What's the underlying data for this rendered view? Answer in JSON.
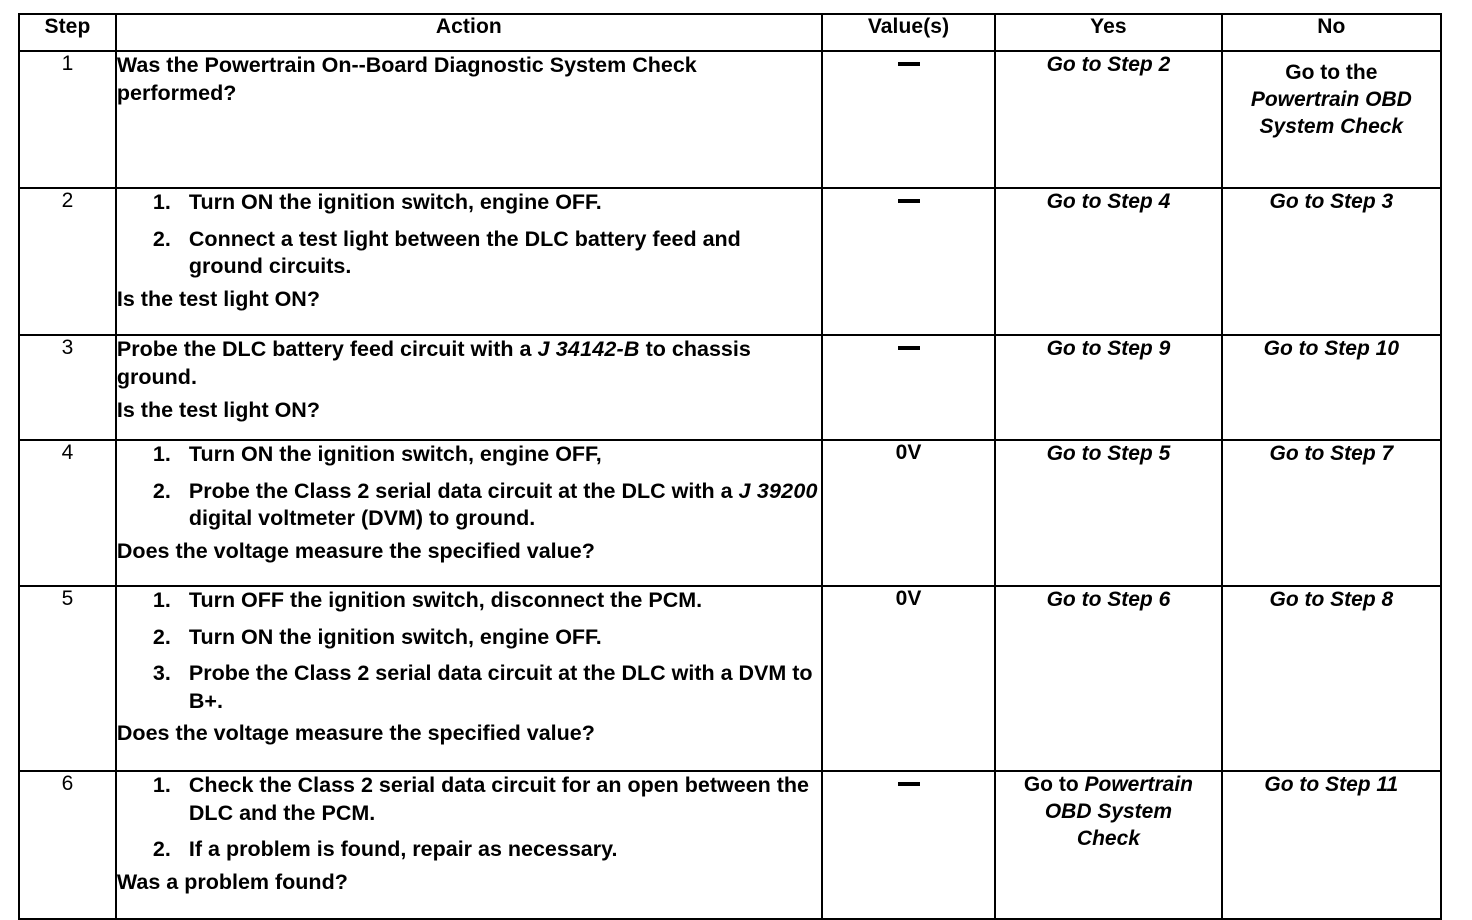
{
  "table": {
    "headers": {
      "step": "Step",
      "action": "Action",
      "value": "Value(s)",
      "yes": "Yes",
      "no": "No"
    },
    "rows": [
      {
        "step": "1",
        "action": {
          "type": "text",
          "lines": [
            "Was the Powertrain On--Board Diagnostic System Check performed?"
          ]
        },
        "value": "—",
        "yes": {
          "lines": [
            "Go to Step 2"
          ],
          "italic": true
        },
        "no": {
          "prefix": "Go to the",
          "lines": [
            "Powertrain OBD",
            "System Check"
          ],
          "italic": true
        }
      },
      {
        "step": "2",
        "action": {
          "type": "list",
          "items": [
            {
              "num": "1.",
              "text": "Turn ON the ignition switch, engine OFF."
            },
            {
              "num": "2.",
              "text": "Connect a test light between the DLC battery feed and ground circuits."
            }
          ],
          "question": "Is the test light ON?"
        },
        "value": "—",
        "yes": {
          "lines": [
            "Go to Step 4"
          ],
          "italic": true
        },
        "no": {
          "lines": [
            "Go to Step 3"
          ],
          "italic": true
        }
      },
      {
        "step": "3",
        "action": {
          "type": "text",
          "lead_pre": "Probe the DLC battery feed circuit with a ",
          "lead_tool": "J 34142-B",
          "lead_post": " to chassis ground.",
          "question": "Is the test light ON?"
        },
        "value": "—",
        "yes": {
          "lines": [
            "Go to Step 9"
          ],
          "italic": true
        },
        "no": {
          "lines": [
            "Go to Step 10"
          ],
          "italic": true
        }
      },
      {
        "step": "4",
        "action": {
          "type": "list",
          "items": [
            {
              "num": "1.",
              "text": "Turn ON the ignition switch, engine OFF,"
            },
            {
              "num": "2.",
              "pre": "Probe the Class 2 serial data circuit at the DLC with a ",
              "tool": "J 39200",
              "post": " digital voltmeter (DVM) to ground."
            }
          ],
          "question": "Does the voltage measure the specified value?"
        },
        "value": "0V",
        "yes": {
          "lines": [
            "Go to Step 5"
          ],
          "italic": true
        },
        "no": {
          "lines": [
            "Go to Step 7"
          ],
          "italic": true
        }
      },
      {
        "step": "5",
        "action": {
          "type": "list",
          "items": [
            {
              "num": "1.",
              "text": "Turn OFF the ignition switch, disconnect the PCM."
            },
            {
              "num": "2.",
              "text": "Turn ON the ignition switch, engine OFF."
            },
            {
              "num": "3.",
              "text": "Probe the Class 2 serial data circuit at the DLC with a DVM to B+."
            }
          ],
          "question": "Does the voltage measure the specified value?"
        },
        "value": "0V",
        "yes": {
          "lines": [
            "Go to Step 6"
          ],
          "italic": true
        },
        "no": {
          "lines": [
            "Go to Step 8"
          ],
          "italic": true
        }
      },
      {
        "step": "6",
        "action": {
          "type": "list",
          "items": [
            {
              "num": "1.",
              "text": "Check the Class 2 serial data circuit for an open between the DLC and the PCM."
            },
            {
              "num": "2.",
              "text": "If a problem is found, repair as necessary."
            }
          ],
          "question": "Was a problem found?"
        },
        "value": "—",
        "yes": {
          "prefix": "Go to ",
          "lines": [
            "Powertrain",
            "OBD System",
            "Check"
          ],
          "italic": true,
          "inline_prefix": true
        },
        "no": {
          "lines": [
            "Go to Step 11"
          ],
          "italic": true
        }
      }
    ]
  }
}
